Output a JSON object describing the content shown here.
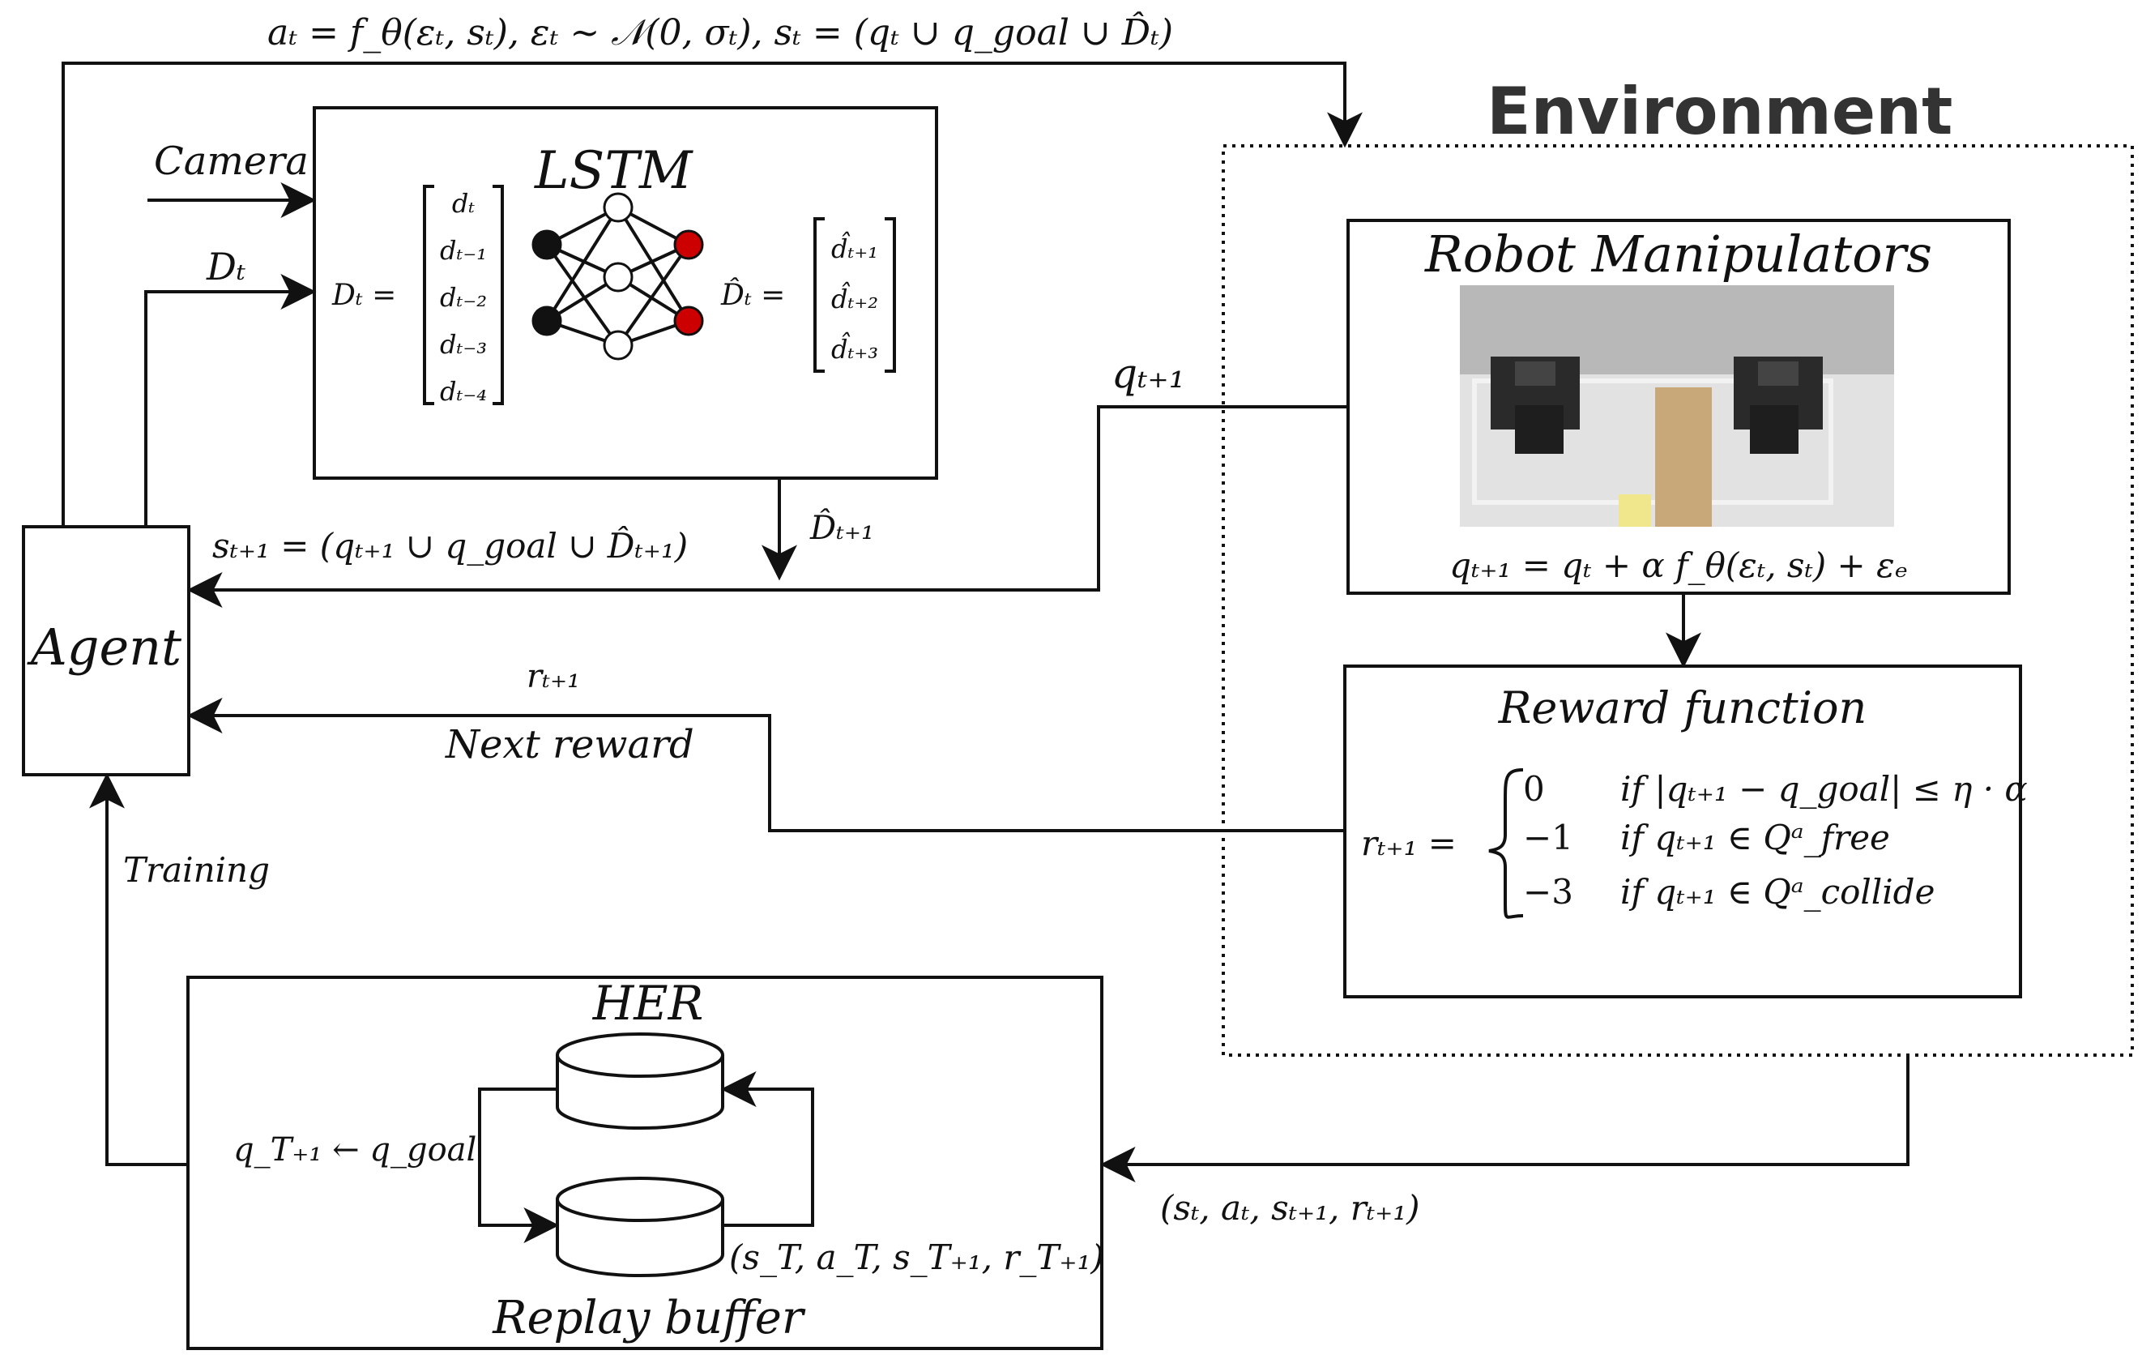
{
  "header": {
    "action_eq": "aₜ = f_θ(εₜ, sₜ), εₜ ∼ 𝒩(0, σₜ), sₜ = (qₜ ∪ q_goal ∪ D̂ₜ)"
  },
  "environment": {
    "title": "Environment"
  },
  "lstm": {
    "title": "LSTM",
    "camera_label": "Camera",
    "dt_label": "Dₜ",
    "dt_eq_lhs": "Dₜ =",
    "dt_vector": [
      "dₜ",
      "dₜ₋₁",
      "dₜ₋₂",
      "dₜ₋₃",
      "dₜ₋₄"
    ],
    "dhat_eq_lhs": "D̂ₜ =",
    "dhat_vector": [
      "d̂ₜ₊₁",
      "d̂ₜ₊₂",
      "d̂ₜ₊₃"
    ],
    "output_label": "D̂ₜ₊₁"
  },
  "robot": {
    "title": "Robot Manipulators",
    "update_eq": "qₜ₊₁ = qₜ + α f_θ(εₜ, sₜ) + εₑ",
    "q_out_label": "qₜ₊₁"
  },
  "reward": {
    "title": "Reward function",
    "lhs": "rₜ₊₁ =",
    "cases": [
      {
        "value": "0",
        "condition": "if |qₜ₊₁ − q_goal| ≤ η · α"
      },
      {
        "value": "−1",
        "condition": "if qₜ₊₁ ∈ Qᵃ_free"
      },
      {
        "value": "−3",
        "condition": "if qₜ₊₁ ∈ Qᵃ_collide"
      }
    ]
  },
  "agent": {
    "label": "Agent",
    "state_label": "sₜ₊₁ = (qₜ₊₁ ∪ q_goal ∪ D̂ₜ₊₁)",
    "reward_symbol": "rₜ₊₁",
    "reward_label": "Next reward",
    "training_label": "Training"
  },
  "her": {
    "title": "HER",
    "relabel_eq": "q_T₊₁ ← q_goal",
    "buffer_tuple": "(s_T, a_T, s_T₊₁, r_T₊₁)",
    "buffer_label": "Replay buffer",
    "transition_label": "(sₜ, aₜ, sₜ₊₁, rₜ₊₁)"
  },
  "colors": {
    "line": "#111111",
    "output_node": "#cc0000",
    "input_node": "#111111",
    "hidden_node": "#ffffff",
    "env_title": "#333333"
  }
}
